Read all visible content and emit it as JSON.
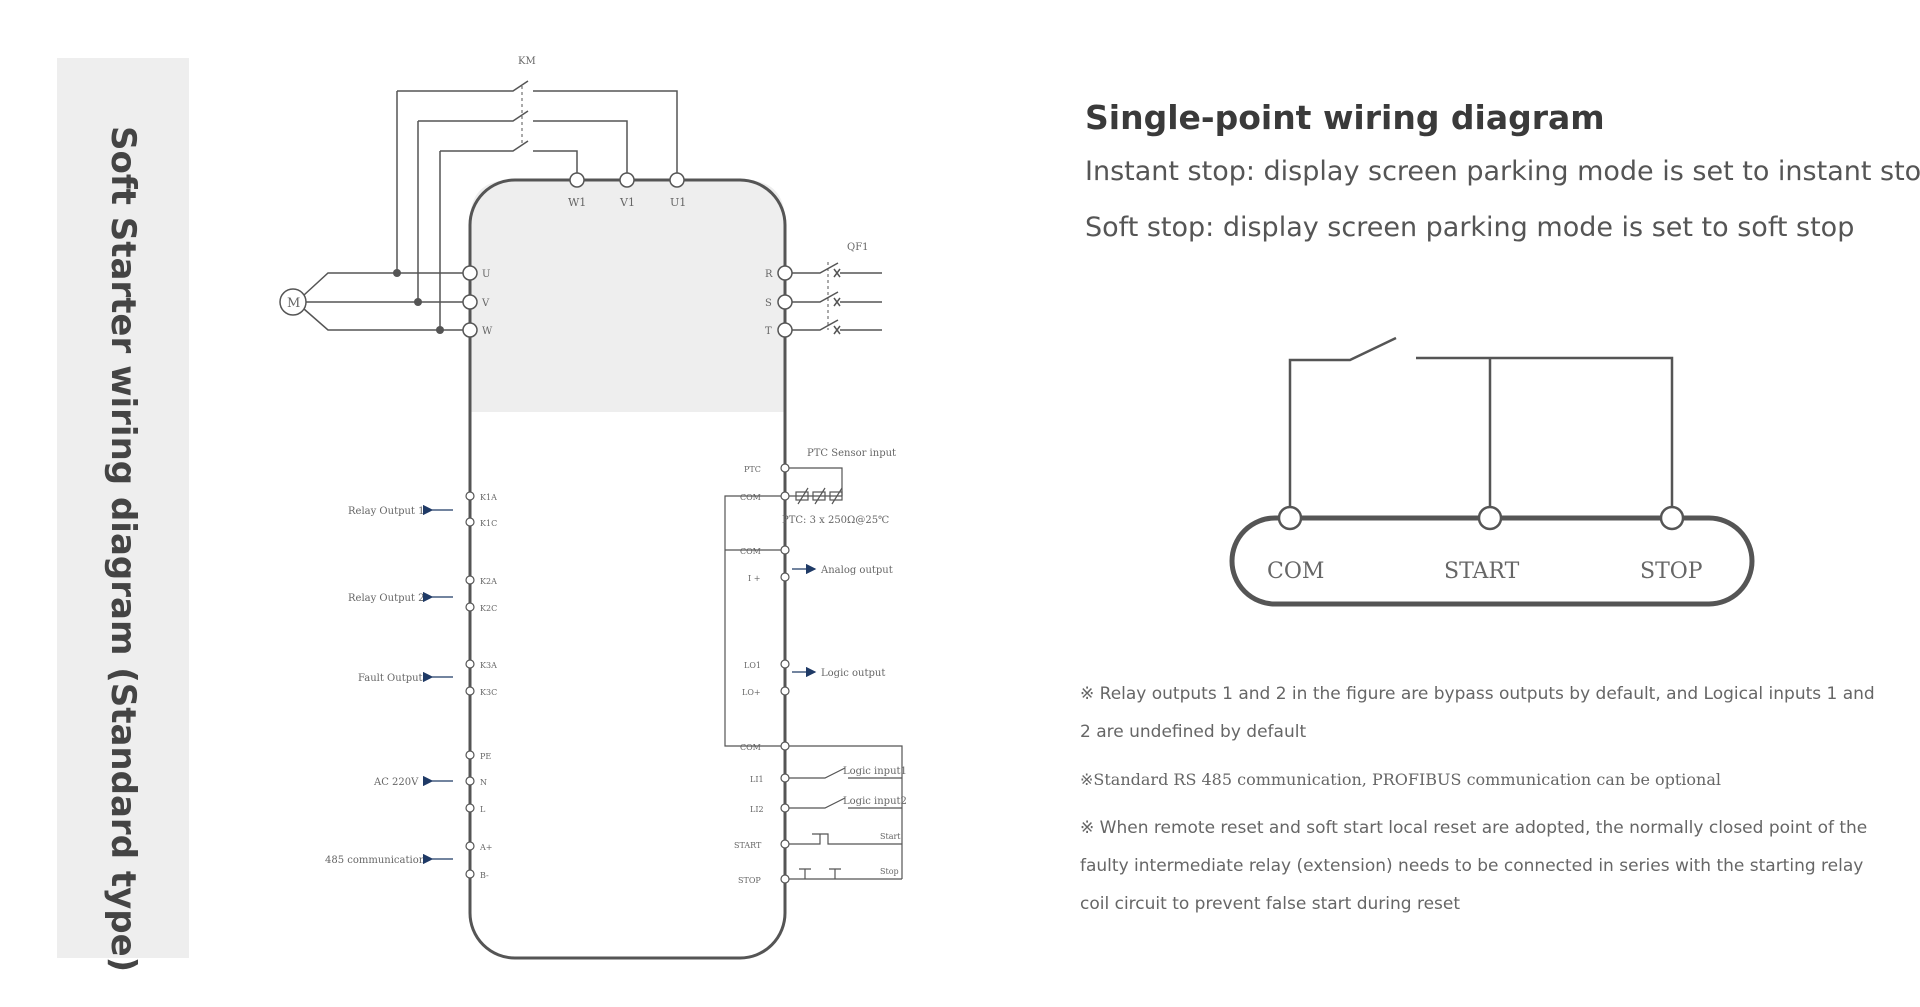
{
  "side_title": "Soft Starter wiring diagram (Standard type)",
  "main_diagram": {
    "contactor": "KM",
    "motor": "M",
    "breaker": "QF1",
    "top_terminals": [
      "W1",
      "V1",
      "U1"
    ],
    "left_terminals": [
      "U",
      "V",
      "W"
    ],
    "right_terminals": [
      "R",
      "S",
      "T"
    ],
    "relay_output_1": "Relay Output 1",
    "relay_output_2": "Relay Output 2",
    "fault_output": "Fault Output",
    "ac_220v": "AC 220V",
    "communication_485": "485 communication",
    "terminal_k1a": "K1A",
    "terminal_k1c": "K1C",
    "terminal_k2a": "K2A",
    "terminal_k2c": "K2C",
    "terminal_k3a": "K3A",
    "terminal_k3c": "K3C",
    "terminal_pe": "PE",
    "terminal_n": "N",
    "terminal_l": "L",
    "terminal_a_plus": "A+",
    "terminal_b_minus": "B-",
    "ptc_sensor_input": "PTC Sensor input",
    "ptc_spec": "PTC: 3 x 250Ω@25℃",
    "terminal_ptc": "PTC",
    "terminal_com_1": "COM",
    "terminal_com_2": "COM",
    "terminal_i_plus": "I +",
    "analog_output": "Analog output",
    "terminal_lo1": "LO1",
    "terminal_lo_plus": "LO+",
    "logic_output": "Logic output",
    "terminal_com_3": "COM",
    "terminal_li1": "LI1",
    "terminal_li2": "LI2",
    "terminal_start": "START",
    "terminal_stop": "STOP",
    "logic_input_1": "Logic input1",
    "logic_input_2": "Logic input2",
    "start_switch": "Start",
    "stop_switch": "Stop"
  },
  "single_point": {
    "title": "Single-point wiring diagram",
    "instant_stop": "Instant stop: display screen parking mode is set to instant stop",
    "soft_stop": "Soft stop: display screen parking mode is set to soft stop",
    "terminals": [
      "COM",
      "START",
      "STOP"
    ]
  },
  "notes": [
    "※  Relay outputs 1 and 2 in the figure are bypass outputs by default, and Logical inputs 1 and 2 are undefined by default",
    "※Standard RS 485 communication, PROFIBUS communication can be optional",
    "※  When remote reset and soft start local reset are adopted, the normally closed point of the faulty intermediate relay (extension) needs to be connected in series with the starting relay coil circuit to prevent false start during reset"
  ],
  "colors": {
    "line": "#555555",
    "arrow": "#1f3a66",
    "panel_shade": "#eeeeee",
    "title_text": "#3a3a3a"
  }
}
